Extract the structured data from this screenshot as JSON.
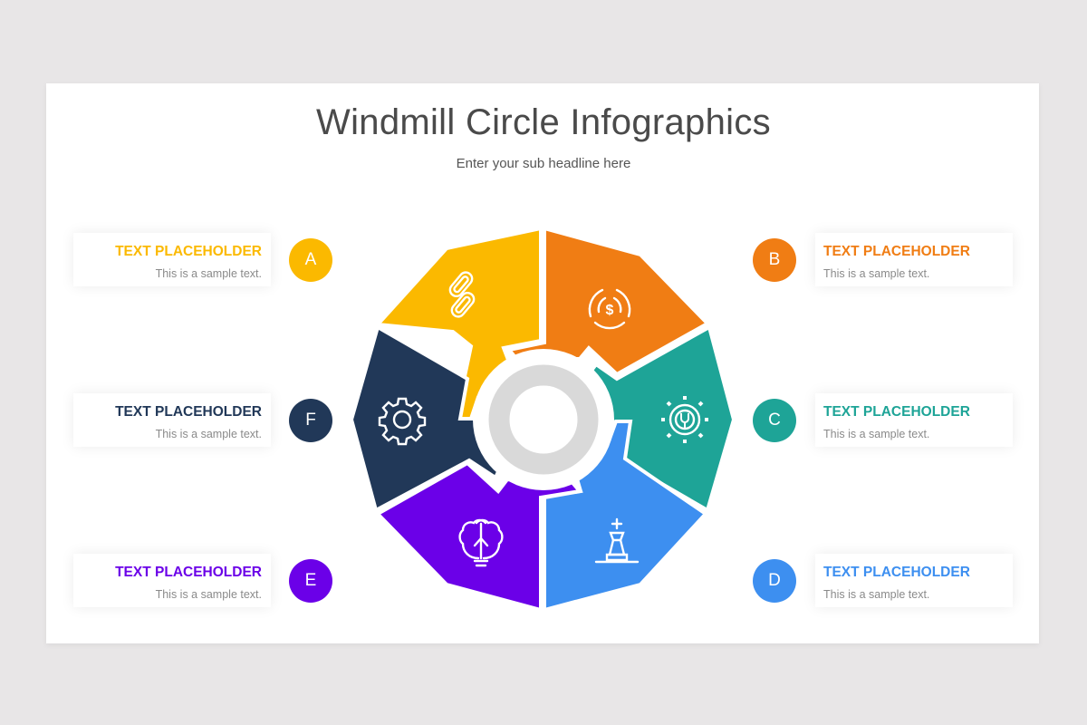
{
  "header": {
    "title": "Windmill Circle Infographics",
    "subtitle": "Enter your sub headline here"
  },
  "center": {
    "ring_color": "#d9d9d9"
  },
  "items": [
    {
      "letter": "A",
      "heading": "TEXT PLACEHOLDER",
      "text": "This is a sample text.",
      "color": "#fbb900",
      "icon": "link-icon",
      "side": "left"
    },
    {
      "letter": "B",
      "heading": "TEXT PLACEHOLDER",
      "text": "This is a sample text.",
      "color": "#f07d14",
      "icon": "money-target-icon",
      "side": "right"
    },
    {
      "letter": "C",
      "heading": "TEXT PLACEHOLDER",
      "text": "This is a sample text.",
      "color": "#1ea497",
      "icon": "gear-wrench-icon",
      "side": "right"
    },
    {
      "letter": "D",
      "heading": "TEXT PLACEHOLDER",
      "text": "This is a sample text.",
      "color": "#3d8ff0",
      "icon": "chess-king-icon",
      "side": "right"
    },
    {
      "letter": "E",
      "heading": "TEXT PLACEHOLDER",
      "text": "This is a sample text.",
      "color": "#6b00e8",
      "icon": "brain-bulb-icon",
      "side": "left"
    },
    {
      "letter": "F",
      "heading": "TEXT PLACEHOLDER",
      "text": "This is a sample text.",
      "color": "#213858",
      "icon": "gear-icon",
      "side": "left"
    }
  ]
}
